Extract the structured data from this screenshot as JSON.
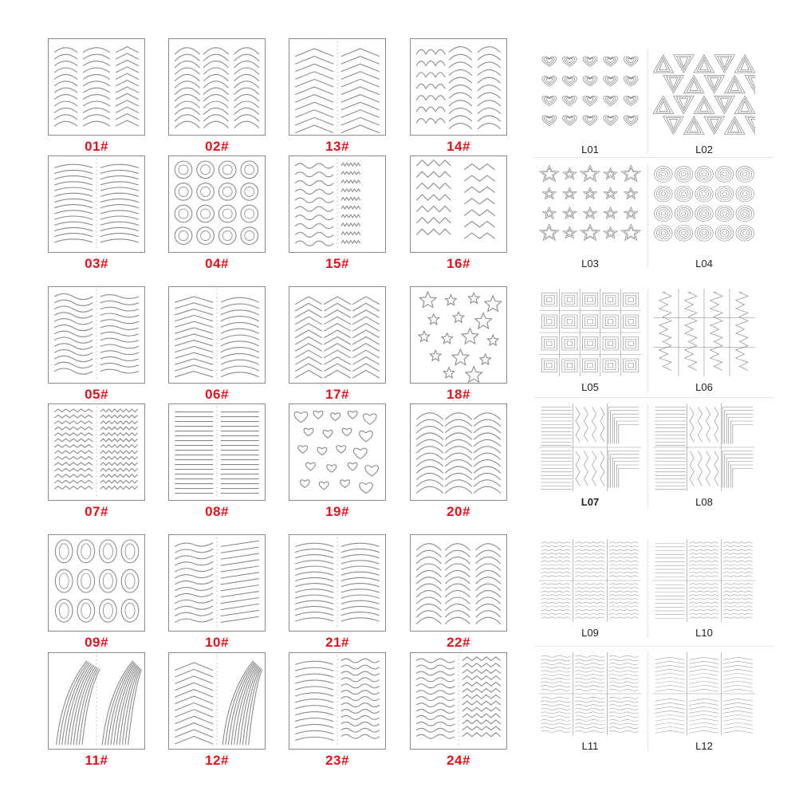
{
  "colors": {
    "label_red": "#e0121b",
    "label_dark": "#222222",
    "stroke": "#8a8a8a"
  },
  "stencils": [
    {
      "label": "01#",
      "pattern": "arch-chevron"
    },
    {
      "label": "02#",
      "pattern": "arch"
    },
    {
      "label": "13#",
      "pattern": "chevron"
    },
    {
      "label": "14#",
      "pattern": "scallop-arch"
    },
    {
      "label": "03#",
      "pattern": "curve"
    },
    {
      "label": "04#",
      "pattern": "rings"
    },
    {
      "label": "15#",
      "pattern": "wave-zigzag"
    },
    {
      "label": "16#",
      "pattern": "zigzag"
    },
    {
      "label": "05#",
      "pattern": "wave"
    },
    {
      "label": "06#",
      "pattern": "chevron-curve"
    },
    {
      "label": "17#",
      "pattern": "chevron3"
    },
    {
      "label": "18#",
      "pattern": "stars"
    },
    {
      "label": "07#",
      "pattern": "zigzag-small"
    },
    {
      "label": "08#",
      "pattern": "stripes"
    },
    {
      "label": "19#",
      "pattern": "hearts"
    },
    {
      "label": "20#",
      "pattern": "arch-french"
    },
    {
      "label": "09#",
      "pattern": "ovals"
    },
    {
      "label": "10#",
      "pattern": "slant-wave"
    },
    {
      "label": "21#",
      "pattern": "curve"
    },
    {
      "label": "22#",
      "pattern": "arch"
    },
    {
      "label": "11#",
      "pattern": "swoosh"
    },
    {
      "label": "12#",
      "pattern": "chevron-swoosh"
    },
    {
      "label": "23#",
      "pattern": "curve-wave"
    },
    {
      "label": "24#",
      "pattern": "wave-zig"
    }
  ],
  "laser_sheets": [
    {
      "label": "L01",
      "pattern": "hearts-grid",
      "bold": false
    },
    {
      "label": "L02",
      "pattern": "triangles",
      "bold": false
    },
    {
      "label": "L03",
      "pattern": "stars-grid",
      "bold": false
    },
    {
      "label": "L04",
      "pattern": "spirals",
      "bold": false
    },
    {
      "label": "L05",
      "pattern": "squares",
      "bold": false
    },
    {
      "label": "L06",
      "pattern": "scribble",
      "bold": false
    },
    {
      "label": "L07",
      "pattern": "mixed",
      "bold": true
    },
    {
      "label": "L08",
      "pattern": "mixed",
      "bold": false
    },
    {
      "label": "L09",
      "pattern": "waves-grid",
      "bold": false
    },
    {
      "label": "L10",
      "pattern": "lines-grid",
      "bold": false
    },
    {
      "label": "L11",
      "pattern": "wavy-lines",
      "bold": false
    },
    {
      "label": "L12",
      "pattern": "chevron-grid",
      "bold": false
    }
  ]
}
